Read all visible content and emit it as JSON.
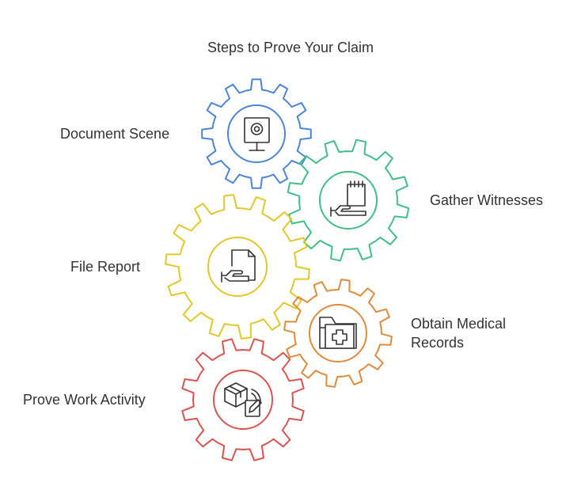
{
  "title": "Steps to Prove Your Claim",
  "steps": [
    {
      "label": "Document Scene",
      "color": "#4a86d8",
      "icon": "security-camera-icon"
    },
    {
      "label": "Gather Witnesses",
      "color": "#3fbf87",
      "icon": "signed-notepad-icon"
    },
    {
      "label": "File Report",
      "color": "#e3c62a",
      "icon": "document-hand-icon"
    },
    {
      "label": "Obtain Medical\nRecords",
      "color": "#e08a3a",
      "icon": "medical-folder-icon"
    },
    {
      "label": "Prove Work Activity",
      "color": "#d9544f",
      "icon": "package-edit-icon"
    }
  ]
}
